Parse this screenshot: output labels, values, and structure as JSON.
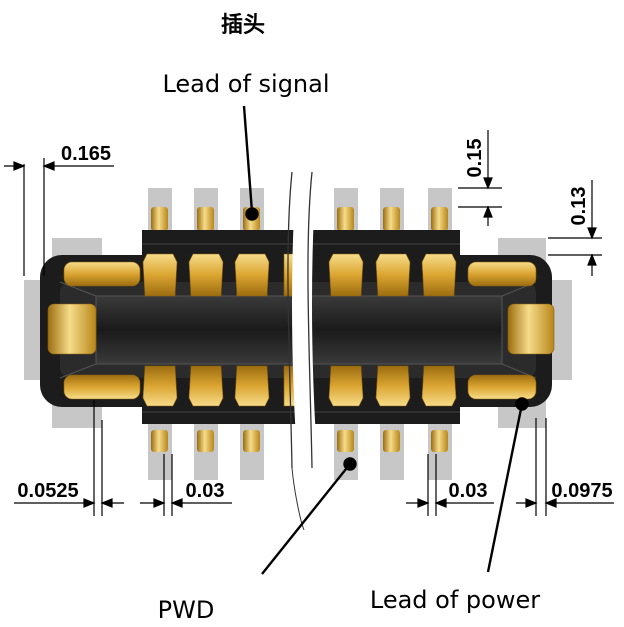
{
  "title": "插头",
  "callouts": {
    "signal": "Lead of signal",
    "pwd": "PWD",
    "power": "Lead of power"
  },
  "dimensions": {
    "d_0165": "0.165",
    "d_015": "0.15",
    "d_013": "0.13",
    "d_00525": "0.0525",
    "d_003_left": "0.03",
    "d_003_right": "0.03",
    "d_00975": "0.0975"
  },
  "colors": {
    "body_black": "#1c1c1c",
    "pcb_pad_gray": "#c7c7c7",
    "gold_mid": "#dba531",
    "gold_light": "#f3d27a",
    "gold_dark": "#9c6d10"
  }
}
